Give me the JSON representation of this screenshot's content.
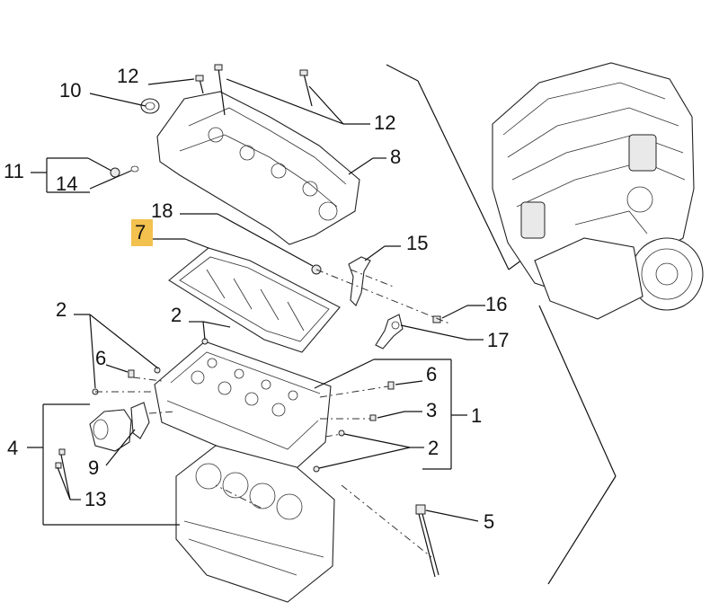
{
  "diagram": {
    "highlight_color": "#f2c14e",
    "callouts": {
      "c1": "1",
      "c2a": "2",
      "c2b": "2",
      "c2c": "2",
      "c3": "3",
      "c4": "4",
      "c5": "5",
      "c6a": "6",
      "c6b": "6",
      "c7": "7",
      "c8": "8",
      "c9": "9",
      "c10": "10",
      "c11": "11",
      "c12a": "12",
      "c12b": "12",
      "c13": "13",
      "c14": "14",
      "c15": "15",
      "c16": "16",
      "c17": "17",
      "c18": "18"
    }
  }
}
